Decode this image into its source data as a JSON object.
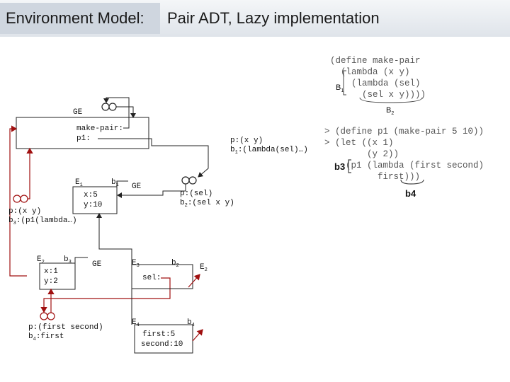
{
  "title": {
    "left": "Environment Model:",
    "right": "Pair ADT, Lazy implementation"
  },
  "code_top": {
    "lines": [
      "(define make-pair",
      "  (lambda (x y)",
      "    (lambda (sel)",
      "      (sel x y))))"
    ],
    "b1": "B",
    "b1_sub": "1",
    "b2": "B",
    "b2_sub": "2"
  },
  "code_bottom": {
    "lines": [
      "> (define p1 (make-pair 5 10))",
      "> (let ((x 1)",
      "        (y 2))",
      "    (p1 (lambda (first second)",
      "          first)))"
    ],
    "b3": "b3",
    "b4": "b4"
  },
  "diagram": {
    "ge_top": "GE",
    "ge_frame_line1": "make-pair:",
    "ge_frame_line2": "p1:",
    "closure1_line1": "p:(x y)",
    "closure1_line2": "b",
    "closure1_line2_sub": "1",
    "closure1_line2_rest": ":(lambda(sel)…)",
    "e1": "E",
    "e1_sub": "1",
    "b1_label": "b",
    "b1_label_sub": "1",
    "e1_line1": "x:5",
    "e1_line2": "y:10",
    "ge_mid": "GE",
    "closure2_line1": "p:(sel)",
    "closure2_line2": "b",
    "closure2_line2_sub": "2",
    "closure2_line2_rest": ":(sel x y)",
    "closure3_line1": "p:(x y)",
    "closure3_line2": "b",
    "closure3_line2_sub": "3",
    "closure3_line2_rest": ":(p1(lambda…)",
    "e2": "E",
    "e2_sub": "2",
    "b3_label": "b",
    "b3_label_sub": "3",
    "e2_line1": "x:1",
    "e2_line2": "y:2",
    "ge_bottom": "GE",
    "e3": "E",
    "e3_sub": "3",
    "b2_label": "b",
    "b2_label_sub": "2",
    "e3_line1": "sel:",
    "e2_ref": "E",
    "e2_ref_sub": "2",
    "closure4_line1": "p:(first second)",
    "closure4_line2": "b",
    "closure4_line2_sub": "4",
    "closure4_line2_rest": ":first",
    "e4": "E",
    "e4_sub": "4",
    "b4_label": "b",
    "b4_label_sub": "4",
    "e4_line1": "first:5",
    "e4_line2": "second:10"
  },
  "colors": {
    "red": "#a01010",
    "black": "#222222"
  }
}
